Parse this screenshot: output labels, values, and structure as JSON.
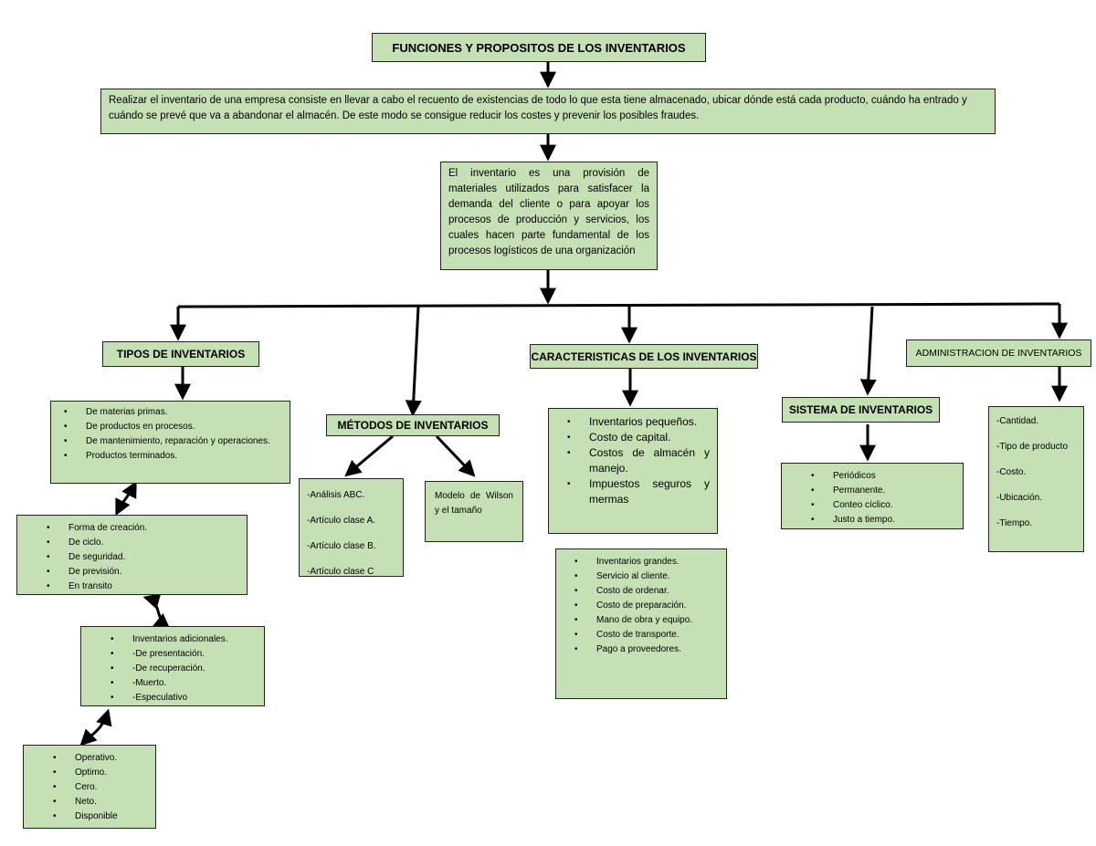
{
  "title": "FUNCIONES Y PROPOSITOS DE LOS INVENTARIOS",
  "intro": "Realizar el inventario de una empresa consiste en llevar a cabo el recuento de existencias de todo lo que esta tiene almacenado, ubicar dónde está cada producto, cuándo ha entrado y cuándo se prevé que va a abandonar el almacén. De este modo se consigue reducir los costes y prevenir los posibles fraudes.",
  "definition": "El inventario es una provisión de materiales utilizados para satisfacer la demanda del cliente o para apoyar los procesos de producción y servicios, los cuales hacen parte fundamental de los procesos logísticos de una organización",
  "tipos": {
    "title": "TIPOS DE INVENTARIOS",
    "list1": [
      "De materias primas.",
      "De productos en procesos.",
      "De mantenimiento, reparación y operaciones.",
      "Productos terminados."
    ],
    "list2": [
      "Forma de creación.",
      "De ciclo.",
      "De seguridad.",
      "De previsión.",
      "En transito"
    ],
    "list3": [
      "Inventarios adicionales.",
      "-De presentación.",
      "-De recuperación.",
      "-Muerto.",
      "-Especulativo"
    ],
    "list4": [
      "Operativo.",
      "Optimo.",
      "Cero.",
      "Neto.",
      "Disponible"
    ]
  },
  "metodos": {
    "title": "MÉTODOS DE INVENTARIOS",
    "left": [
      "-Análisis ABC.",
      "-Artículo clase A.",
      "-Artículo clase B.",
      "-Artículo clase C"
    ],
    "right": "Modelo de Wilson y el tamaño"
  },
  "caracteristicas": {
    "title": "CARACTERISTICAS DE LOS INVENTARIOS",
    "list1": [
      "Inventarios pequeños.",
      "Costo de capital.",
      "Costos de almacén y manejo.",
      "Impuestos seguros y mermas"
    ],
    "list2": [
      "Inventarios grandes.",
      "Servicio al cliente.",
      "Costo de ordenar.",
      "Costo de preparación.",
      "Mano de obra y equipo.",
      "Costo de transporte.",
      "Pago a proveedores."
    ]
  },
  "sistema": {
    "title": "SISTEMA DE INVENTARIOS",
    "list": [
      "Periódicos",
      "Permanente.",
      "Conteo cíclico.",
      "Justo a tiempo."
    ]
  },
  "administracion": {
    "title": "ADMINISTRACION DE INVENTARIOS",
    "list": [
      "-Cantidad.",
      "-Tipo de producto",
      "-Costo.",
      "-Ubicación.",
      "-Tiempo."
    ]
  }
}
